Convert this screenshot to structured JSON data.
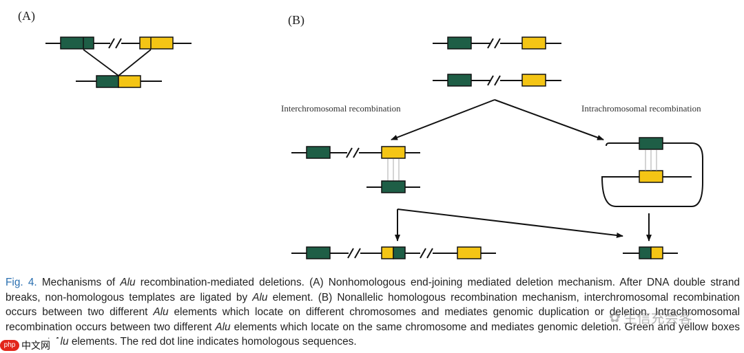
{
  "panels": {
    "a_label": "(A)",
    "b_label": "(B)"
  },
  "mechanisms": {
    "inter_label": "Interchromosomal recombination",
    "intra_label": "Intrachromosomal recombination"
  },
  "colors": {
    "green": "#1e5e46",
    "yellow": "#f4c515",
    "line": "#111111",
    "caption_accent": "#2a6fb0"
  },
  "caption": {
    "fig_label": "Fig. 4.",
    "parts": [
      " Mechanisms of ",
      "Alu",
      " recombination-mediated deletions. (A) Nonhomologous end-joining mediated deletion mechanism. After DNA double strand breaks, non-homologous templates are ligated by ",
      "Alu",
      " element. (B) Nonallelic homologous recombination mechanism, interchromosomal recombination occurs between two different ",
      "Alu",
      " elements which locate on different chromosomes and mediates genomic duplication or deletion. Intrachromosomal recombination occurs between two different ",
      "Alu",
      " elements which locate on the same chromosome and mediates genomic deletion. Green and yellow boxes represent ",
      "Alu",
      " elements. The red dot line indicates homologous sequences."
    ]
  },
  "watermarks": {
    "php_badge": "php",
    "php_text": "中文网",
    "wechat_text": "生信充会客"
  }
}
